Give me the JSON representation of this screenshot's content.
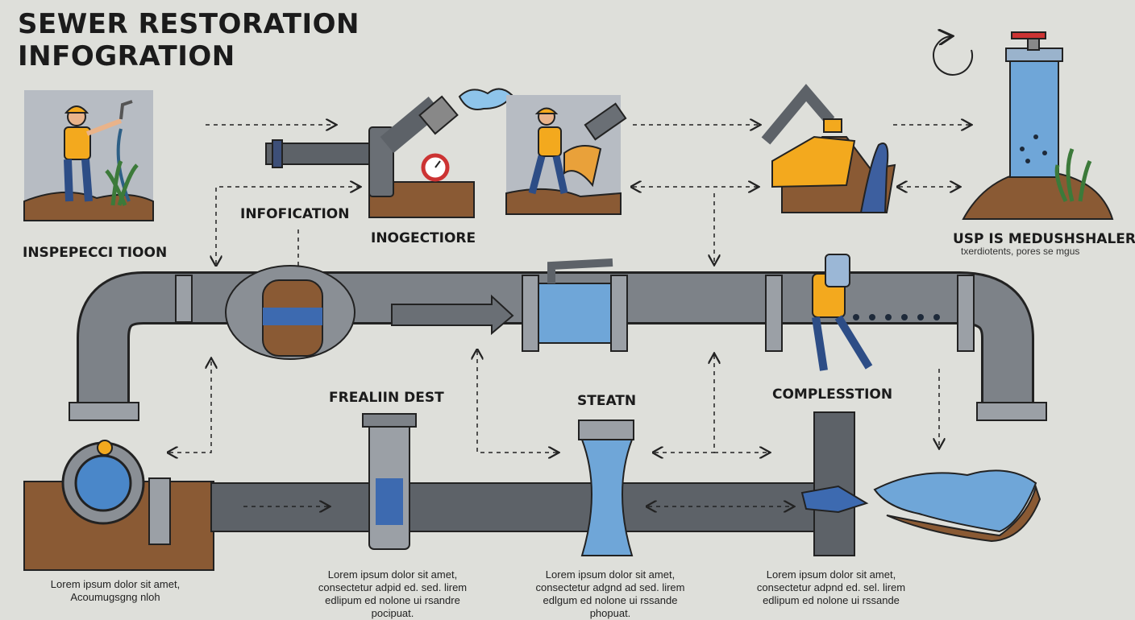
{
  "title": {
    "line1": "SEWER RESTORATION",
    "line2": "INFOGRATION"
  },
  "labels": {
    "inspection": "INSPEPECCI TIOON",
    "infofication": "INFOFICATION",
    "inogectiore": "INOGECTIORE",
    "usp": "USP IS MEDUSHSHALER",
    "usp_sub": "txerdiotents, pores se mgus",
    "frealin": "FREALIIN DEST",
    "steatn": "STEATN",
    "complesstion": "COMPLESSTION"
  },
  "captions": {
    "c1": "Lorem ipsum dolor sit amet, Acoumugsgng nloh",
    "c2": "Lorem ipsum dolor sit amet, consectetur adpid ed. sed. lirem edlipum ed nolone ui rsandre pocipuat.",
    "c3": "Lorem ipsum dolor sit amet, consectetur adgnd ad sed. lirem edlgum ed nolone ui rssande phopuat.",
    "c4": "Lorem ipsum dolor sit amet, consectetur adpnd ed. sel. lirem edlipum ed nolone ui rssande"
  },
  "colors": {
    "background": "#dedfda",
    "pipe": "#7d8288",
    "water": "#6fa6d8",
    "soil": "#8a5a34",
    "worker_vest": "#f3a91e"
  },
  "icons": [
    "worker-icon",
    "valve-icon",
    "pressure-gauge-icon",
    "excavator-icon",
    "water-tank-icon",
    "refresh-icon",
    "plant-icon"
  ]
}
